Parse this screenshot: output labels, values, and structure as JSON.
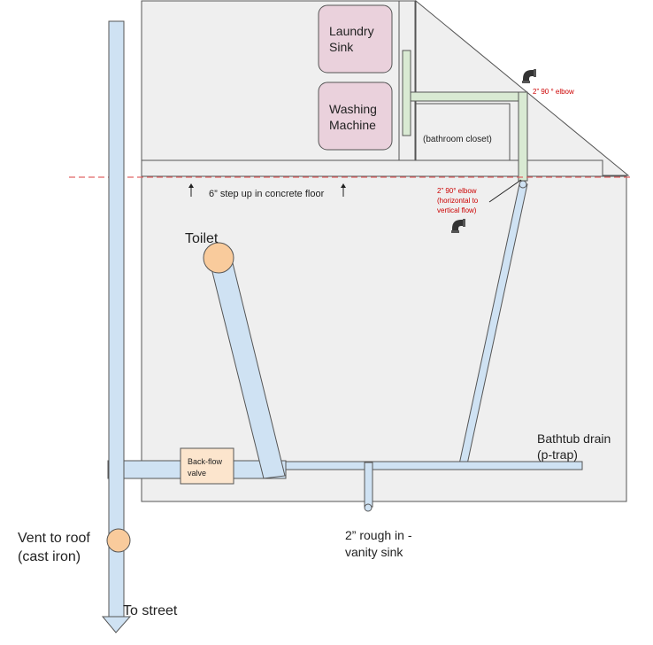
{
  "labels": {
    "laundry_sink": [
      "Laundry",
      "Sink"
    ],
    "washing_machine": [
      "Washing",
      "Machine"
    ],
    "bathroom_closet": "(bathroom closet)",
    "elbow_top": "2” 90 ° elbow",
    "elbow_mid": [
      "2” 90° elbow",
      "(horizontal to",
      "vertical flow)"
    ],
    "step_up": "6” step up in concrete floor",
    "toilet": "Toilet",
    "backflow_valve": [
      "Back-flow",
      "valve"
    ],
    "bathtub_drain": [
      "Bathtub drain",
      "(p-trap)"
    ],
    "vanity_sink": [
      "2” rough in -",
      "vanity sink"
    ],
    "vent": [
      "Vent to roof",
      "(cast iron)"
    ],
    "to_street": "To street"
  },
  "colors": {
    "pipe_blue": "#cfe2f3",
    "pipe_green": "#d9ead3",
    "fixture_pink": "#ead1dc",
    "valve_orange": "#fce5cd",
    "toilet_flange": "#f9cb9c",
    "room_gray": "#efefef",
    "dashed_red": "#e06666",
    "annotation_red": "#cc0000"
  },
  "icons": [
    "elbow-fitting-icon",
    "elbow-fitting-icon",
    "up-arrow-icon",
    "up-arrow-icon"
  ]
}
